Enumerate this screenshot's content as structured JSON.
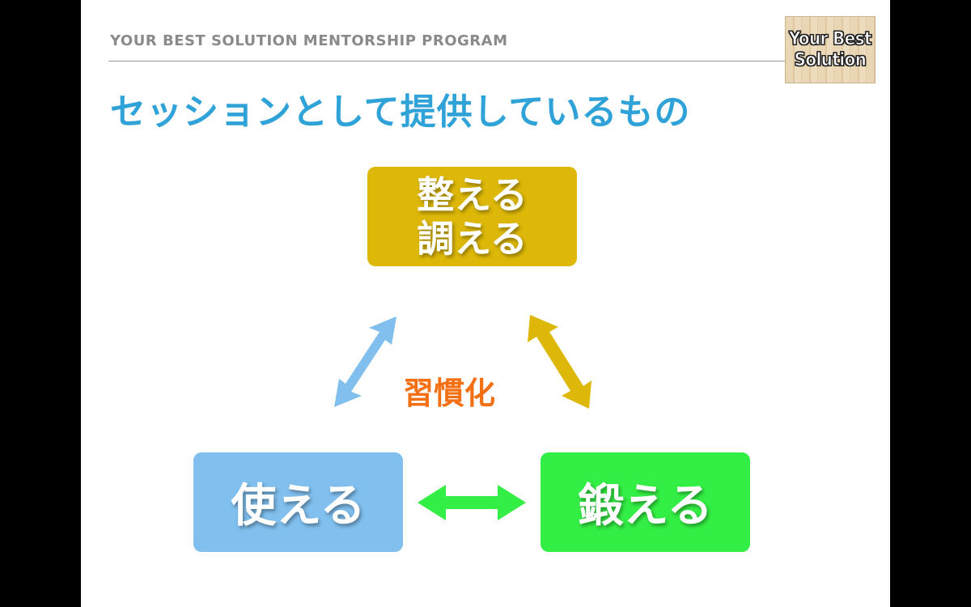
{
  "header": {
    "program_name": "YOUR BEST SOLUTION MENTORSHIP PROGRAM"
  },
  "logo": {
    "line1": "Your Best",
    "line2": "Solution"
  },
  "title": "セッションとして提供しているもの",
  "diagram": {
    "top_box": {
      "line1": "整える",
      "line2": "調える",
      "color": "#ddb808"
    },
    "left_box": {
      "label": "使える",
      "color": "#80bfee"
    },
    "right_box": {
      "label": "鍛える",
      "color": "#33ee44"
    },
    "center_label": {
      "text": "習慣化",
      "color": "#f37014"
    },
    "arrows": [
      {
        "name": "left-top",
        "color": "#80bfee",
        "bidirectional": true
      },
      {
        "name": "top-right",
        "color": "#ddb808",
        "bidirectional": true
      },
      {
        "name": "left-right",
        "color": "#33ee44",
        "bidirectional": true
      }
    ]
  },
  "colors": {
    "title": "#2fa2d8",
    "header_text": "#8a8a8a",
    "background": "#ffffff",
    "frame": "#000000"
  }
}
